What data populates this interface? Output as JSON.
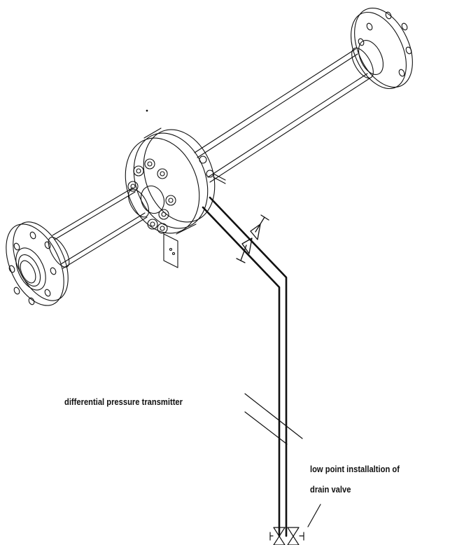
{
  "labels": {
    "transmitter": "differential pressure transmitter",
    "drain_line1": "low point installaltion of",
    "drain_line2": "drain valve"
  },
  "colors": {
    "line": "#111111",
    "background": "#ffffff"
  }
}
